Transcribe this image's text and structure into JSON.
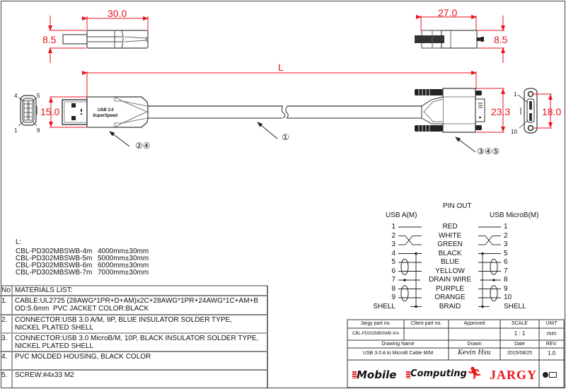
{
  "drawing": {
    "title": "USB 3.0 A to MicroB Cable M/M",
    "colors": {
      "dimension": "#e8141c",
      "line": "#333333",
      "logo_red": "#e8141c"
    }
  },
  "dimensions": {
    "usb_a_length": "30.0",
    "usb_a_thickness": "8.5",
    "micro_b_length": "27.0",
    "micro_b_thickness": "8.5",
    "usb_a_width": "15.0",
    "micro_b_width": "23.3",
    "micro_b_screw_pitch": "18.0",
    "cable_length": "L"
  },
  "connectors": {
    "usb_a_face": {
      "pin_top_left": "4",
      "pin_top_right": "5",
      "pin_bottom_left": "1",
      "pin_bottom_right": "9"
    },
    "usb_a_label_line1": "USB 3.0",
    "usb_a_label_line2": "SuperSpeed",
    "micro_b_face": {
      "pin_top": "1",
      "pin_bottom": "10"
    }
  },
  "callouts": {
    "usb_a": "②④",
    "cable": "①",
    "micro_b": "③④⑤"
  },
  "lengths": {
    "label": "L:",
    "items": [
      {
        "part": "CBL-PD302MBSWB-4m",
        "length": "4000mm±30mm"
      },
      {
        "part": "CBL-PD302MBSWB-5m",
        "length": "5000mm±30mm"
      },
      {
        "part": "CBL-PD302MBSWB-6m",
        "length": "6000mm±30mm"
      },
      {
        "part": "CBL-PD302MBSWB-7m",
        "length": "7000mm±30mm"
      }
    ]
  },
  "materials": {
    "header_no": "No",
    "header_title": "MATERIALS LIST:",
    "items": [
      {
        "no": "1.",
        "line1": "CABLE:UL2725 (28AWG*1PR+D+AM)x2C+28AWG*1PR+24AWG*1C+AM+B",
        "line2": "OD:5.6mm  PVC JACKET COLOR:BLACK"
      },
      {
        "no": "2.",
        "line1": "CONNECTOR:USB 3.0 A/M, 9P, BLUE INSULATOR SOLDER TYPE,",
        "line2": "NICKEL PLATED SHELL"
      },
      {
        "no": "3.",
        "line1": "CONNECTOR:USB 3.0 MicroB/M, 10P, BLACK INSULATOR SOLDER TYPE,",
        "line2": "NICKEL PLATED SHELL"
      },
      {
        "no": "4.",
        "line1": "PVC MOLDED HOUSING, BLACK COLOR",
        "line2": ""
      },
      {
        "no": "5.",
        "line1": "SCREW:#4x33 M2",
        "line2": ""
      }
    ]
  },
  "pinout": {
    "title": "PIN OUT",
    "left_header": "USB A(M)",
    "right_header": "USB MicroB(M)",
    "rows": [
      {
        "left": "1",
        "wire": "RED",
        "right": "1"
      },
      {
        "left": "2",
        "wire": "WHITE",
        "right": "2"
      },
      {
        "left": "3",
        "wire": "GREEN",
        "right": "3"
      },
      {
        "left": "4",
        "wire": "BLACK",
        "right": "5"
      },
      {
        "left": "5",
        "wire": "BLUE",
        "right": "6"
      },
      {
        "left": "6",
        "wire": "YELLOW",
        "right": "7"
      },
      {
        "left": "7",
        "wire": "DRAIN WIRE",
        "right": "8"
      },
      {
        "left": "8",
        "wire": "PURPLE",
        "right": "9"
      },
      {
        "left": "9",
        "wire": "ORANGE",
        "right": "10"
      },
      {
        "left": "SHELL",
        "wire": "BRAID",
        "right": "SHELL"
      }
    ]
  },
  "title_block": {
    "headers": {
      "jargy_part": "Jargy part no.",
      "client_part": "Client part no.",
      "approved": "Approved",
      "scale": "SCALE",
      "unit": "UNIT"
    },
    "values": {
      "jargy_part": "CBL-PD302MBSWB-Xm",
      "client_part": "",
      "approved": "",
      "scale": "1 : 1",
      "unit": "mm"
    },
    "headers2": {
      "drawing_name": "Drawing Name",
      "drawn": "Drawn",
      "date": "Date",
      "rev": "REV."
    },
    "values2": {
      "drawing_name": "USB 3.0 A to MicroB Cable M/M",
      "drawn": "Kevin Hsu",
      "date": "2015/08/25",
      "rev": "1.0"
    },
    "logo_mobile": "Mobile",
    "logo_computing": "Computing",
    "logo_jargy": "JARGY"
  }
}
